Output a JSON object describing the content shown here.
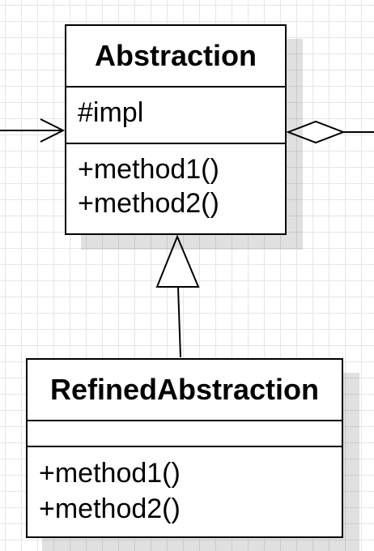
{
  "diagram": {
    "classes": [
      {
        "name": "Abstraction",
        "attributes": [
          "#impl"
        ],
        "methods": [
          "+method1()",
          "+method2()"
        ]
      },
      {
        "name": "RefinedAbstraction",
        "attributes": [],
        "methods": [
          "+method1()",
          "+method2()"
        ]
      }
    ],
    "relations": [
      {
        "type": "generalization",
        "from": "RefinedAbstraction",
        "to": "Abstraction"
      },
      {
        "type": "association",
        "to": "Abstraction"
      },
      {
        "type": "aggregation",
        "whole": "Abstraction"
      }
    ]
  }
}
